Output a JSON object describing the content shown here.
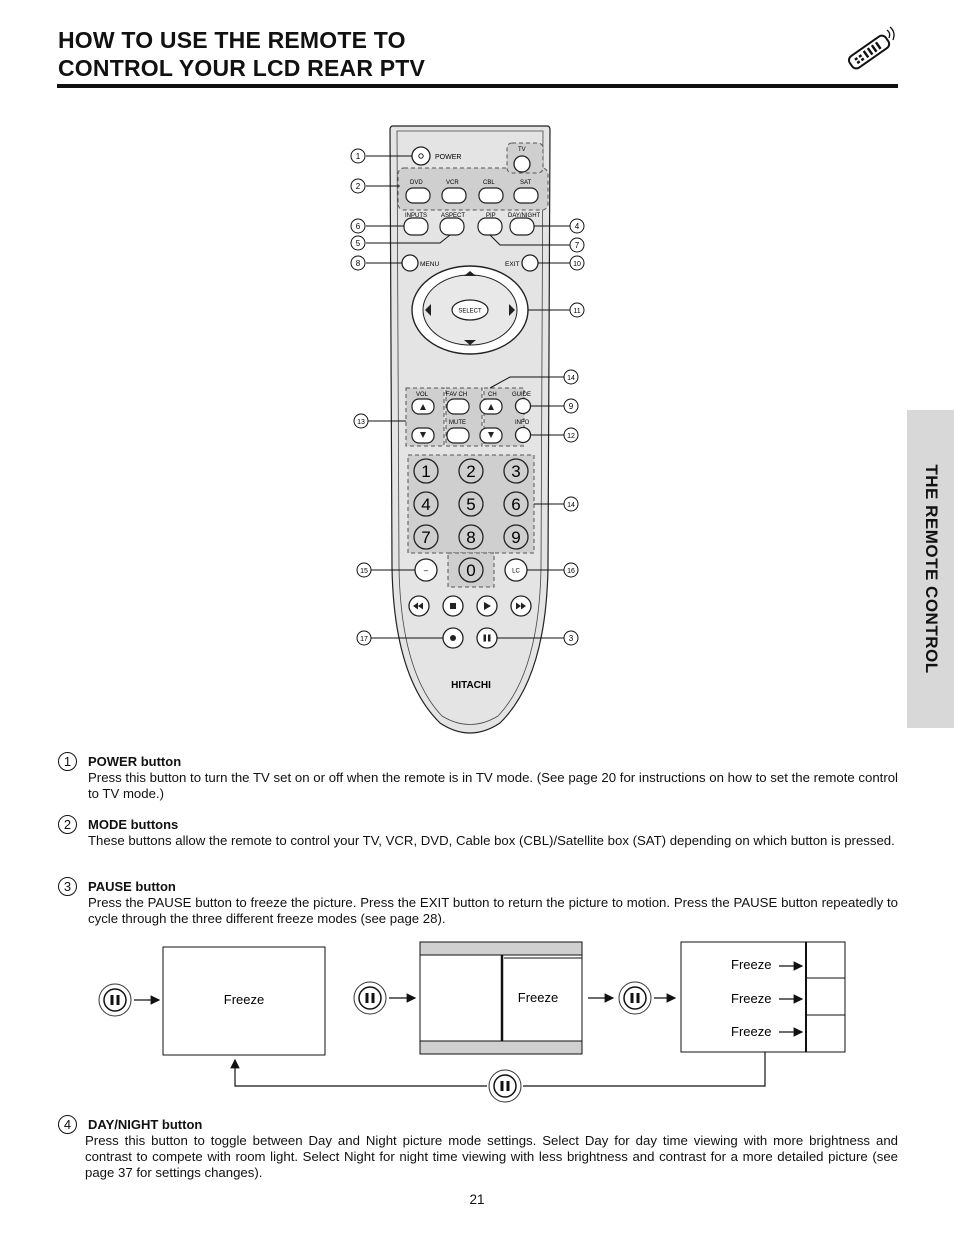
{
  "header": {
    "title_line1": "HOW TO USE THE REMOTE TO",
    "title_line2": "CONTROL YOUR LCD REAR PTV"
  },
  "side_tab": {
    "label": "THE REMOTE CONTROL"
  },
  "remote": {
    "brand": "HITACHI",
    "labels": {
      "power": "POWER",
      "tv": "TV",
      "dvd": "DVD",
      "vcr": "VCR",
      "cbl": "CBL",
      "sat": "SAT",
      "inputs": "INPUTS",
      "aspect": "ASPECT",
      "pip": "PIP",
      "day_night": "DAY/NIGHT",
      "menu": "MENU",
      "exit": "EXIT",
      "select": "SELECT",
      "vol": "VOL",
      "fav_ch": "FAV CH",
      "ch": "CH",
      "guide": "GUIDE",
      "mute": "MUTE",
      "info": "INFO",
      "dash": "–",
      "lc": "LC"
    },
    "digits": [
      "1",
      "2",
      "3",
      "4",
      "5",
      "6",
      "7",
      "8",
      "9",
      "0"
    ],
    "callouts": {
      "c1": "1",
      "c2": "2",
      "c6": "6",
      "c5": "5",
      "c8": "8",
      "c4": "4",
      "c7": "7",
      "c10": "10",
      "c11": "11",
      "c14a": "14",
      "c9": "9",
      "c13": "13",
      "c12": "12",
      "c14b": "14",
      "c15": "15",
      "c16": "16",
      "c17": "17",
      "c3": "3"
    }
  },
  "items": [
    {
      "num": "1",
      "heading": "POWER button",
      "body": "Press this button to turn the TV set on or off when the remote is in TV mode.  (See page 20 for instructions on how to set the remote control to TV mode.)"
    },
    {
      "num": "2",
      "heading": "MODE buttons",
      "body": "These buttons allow the remote to control your TV, VCR, DVD, Cable box (CBL)/Satellite box (SAT) depending on which button is pressed."
    },
    {
      "num": "3",
      "heading": "PAUSE button",
      "body": "Press the PAUSE button to freeze the picture.  Press the EXIT button to return the picture to motion.  Press the PAUSE button repeatedly to cycle through the three different freeze modes (see page 28)."
    },
    {
      "num": "4",
      "heading": "DAY/NIGHT button",
      "body": "Press this button to toggle between Day and Night picture mode settings.  Select Day for day time viewing with more brightness and contrast to compete with room light.  Select Night for night time viewing with less brightness and contrast for a more detailed picture (see page 37 for settings changes)."
    }
  ],
  "freeze": {
    "label1": "Freeze",
    "label2": "Freeze",
    "label3a": "Freeze",
    "label3b": "Freeze",
    "label3c": "Freeze"
  },
  "footer": {
    "page_number": "21"
  }
}
